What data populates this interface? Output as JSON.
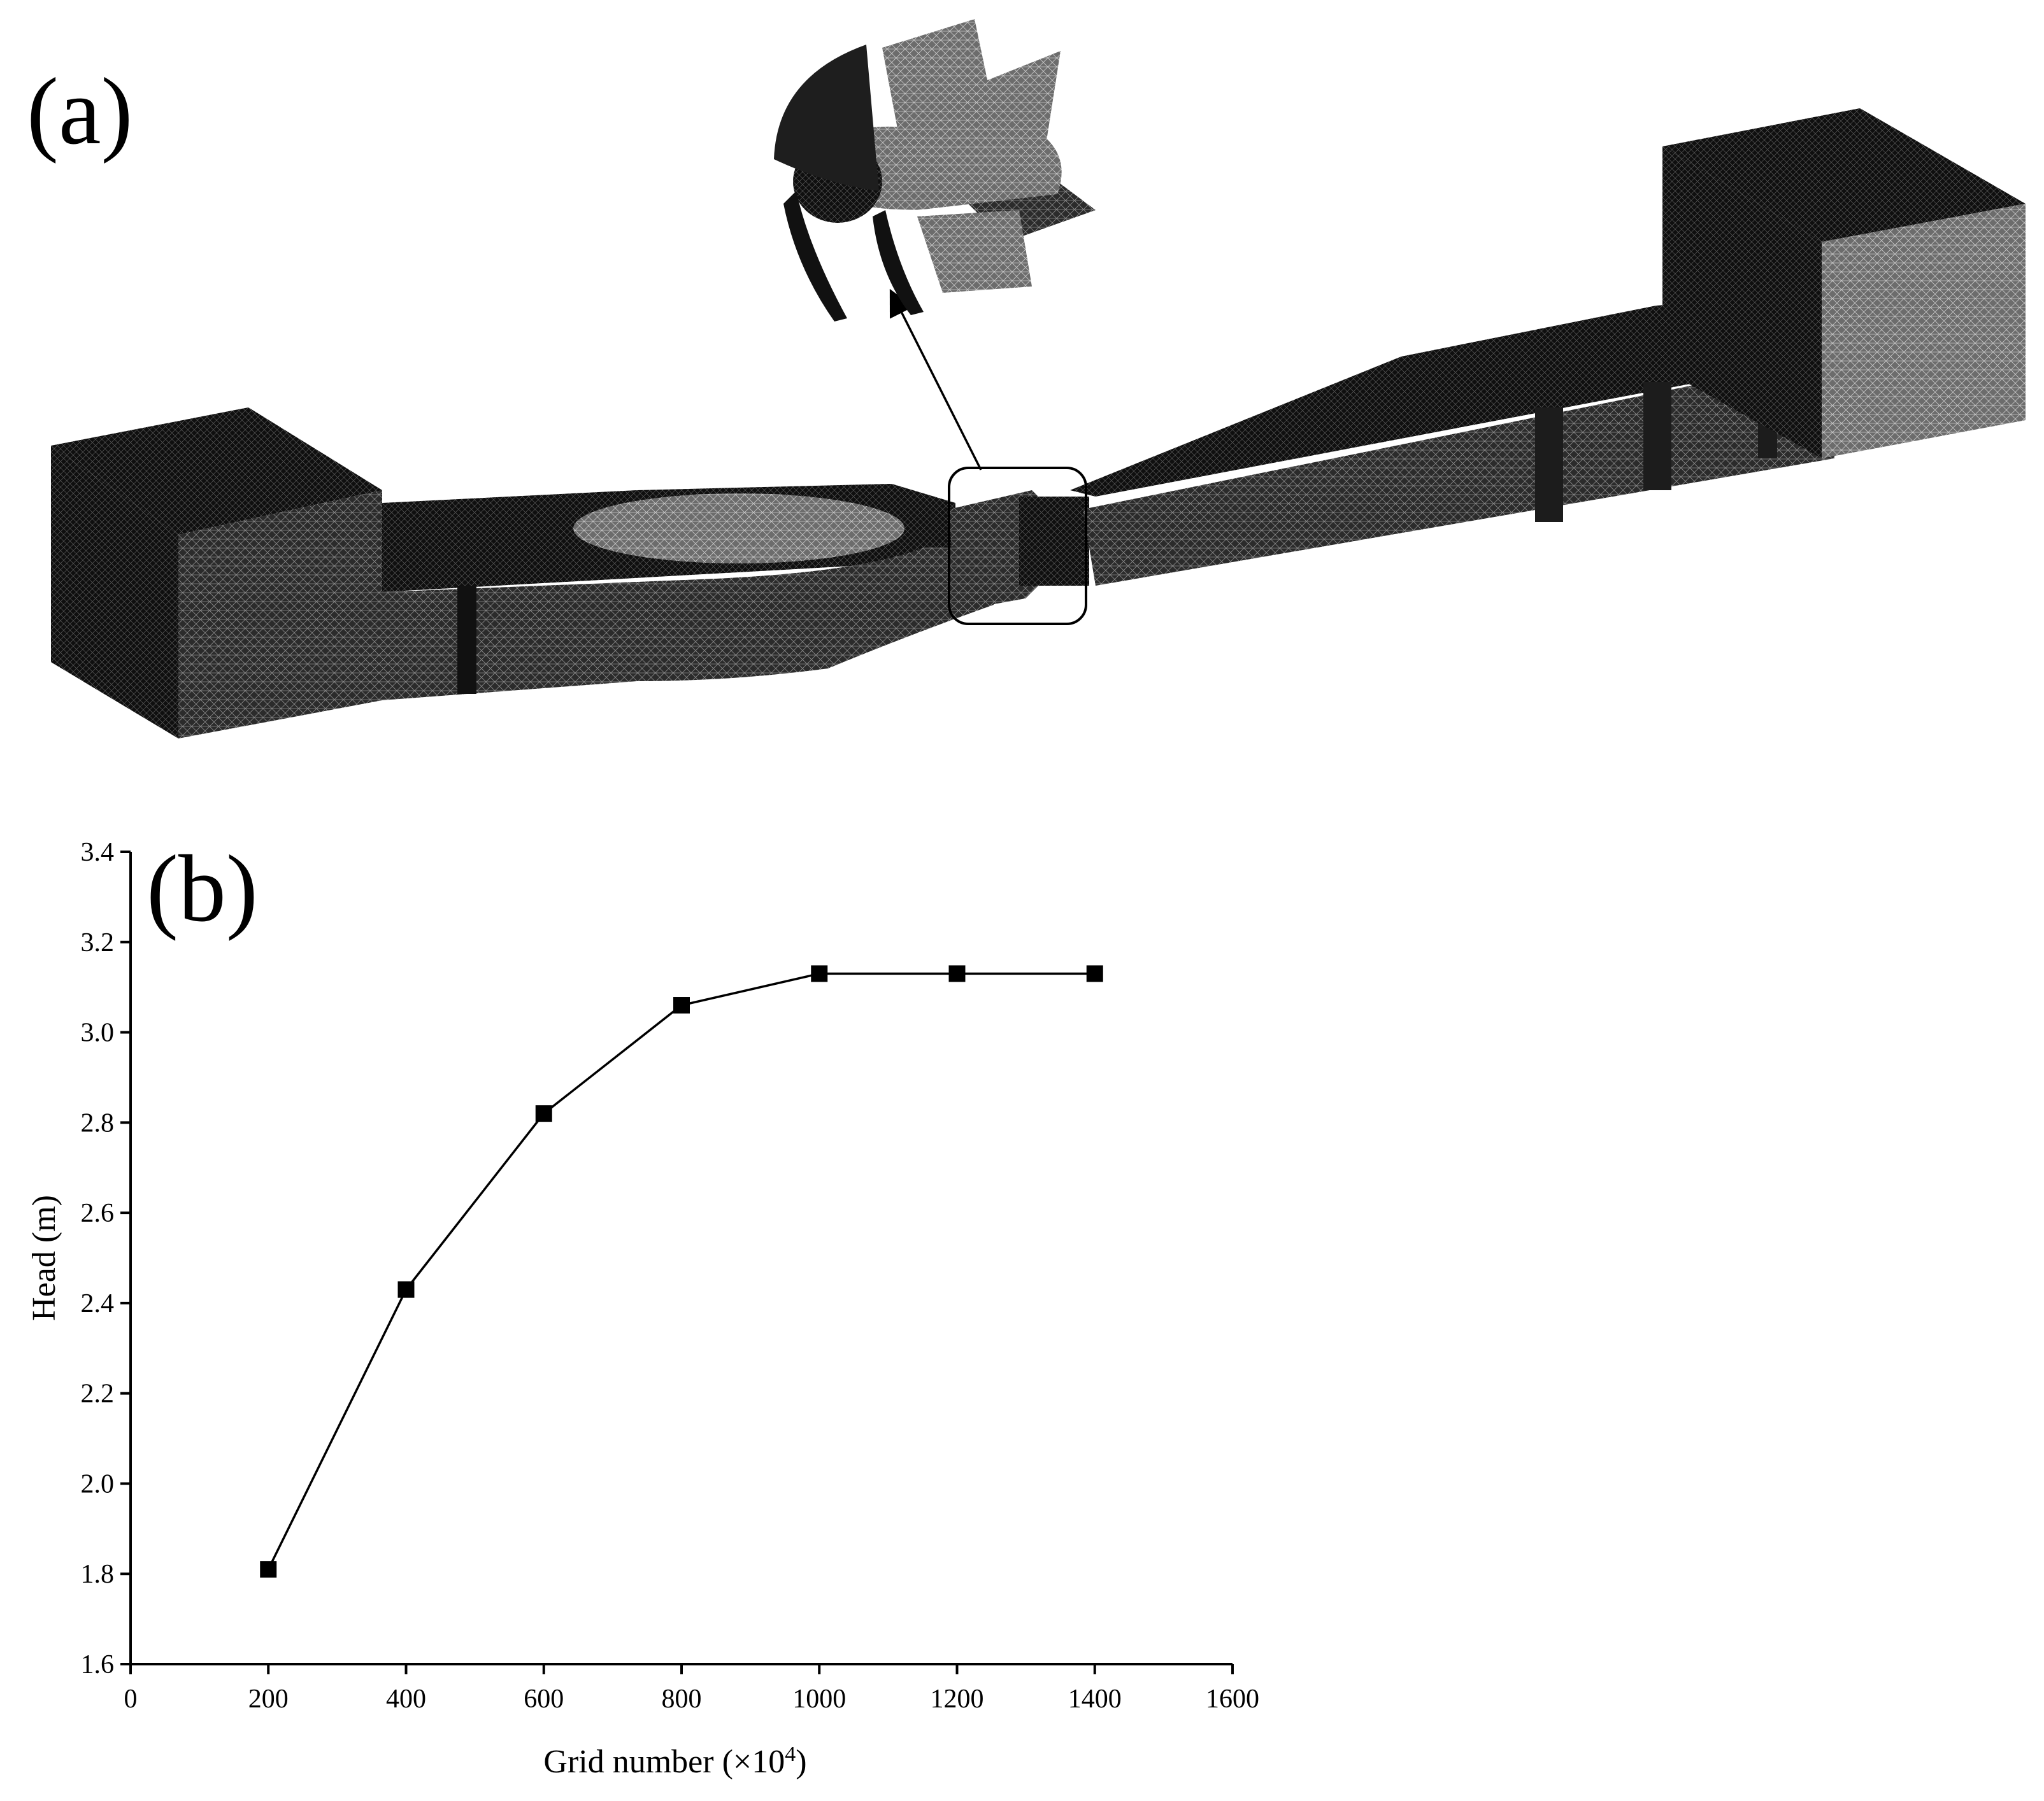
{
  "panels": {
    "a_label": "(a)",
    "b_label": "(b)"
  },
  "illustration": {
    "mesh_color": "#1a1a1a",
    "mesh_light": "#6a6a6a",
    "impeller_icon": "impeller-icon",
    "callout_icon": "arrow-icon"
  },
  "chart_data": {
    "type": "line",
    "x": [
      200,
      400,
      600,
      800,
      1000,
      1200,
      1400
    ],
    "series": [
      {
        "values": [
          1.81,
          2.43,
          2.82,
          3.06,
          3.13,
          3.13,
          3.13
        ],
        "marker": "square",
        "color": "#000000"
      }
    ],
    "xlabel_prefix": "Grid number (×10",
    "xlabel_exponent": "4",
    "xlabel_suffix": ")",
    "ylabel": "Head (m)",
    "xlim": [
      0,
      1600
    ],
    "ylim": [
      1.6,
      3.4
    ],
    "xticks": [
      0,
      200,
      400,
      600,
      800,
      1000,
      1200,
      1400,
      1600
    ],
    "yticks": [
      1.6,
      1.8,
      2.0,
      2.2,
      2.4,
      2.6,
      2.8,
      3.0,
      3.2,
      3.4
    ],
    "xtick_labels": [
      "0",
      "200",
      "400",
      "600",
      "800",
      "1000",
      "1200",
      "1400",
      "1600"
    ],
    "ytick_labels": [
      "1.6",
      "1.8",
      "2.0",
      "2.2",
      "2.4",
      "2.6",
      "2.8",
      "3.0",
      "3.2",
      "3.4"
    ],
    "grid": false
  }
}
